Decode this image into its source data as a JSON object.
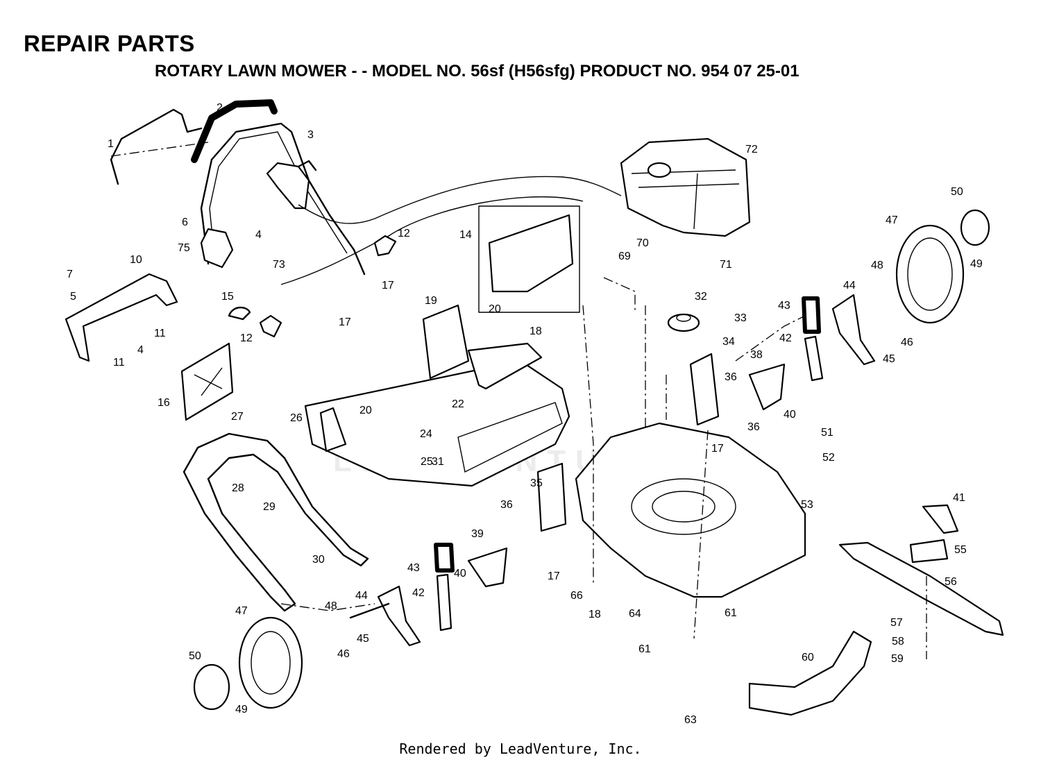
{
  "header": {
    "title": "REPAIR PARTS",
    "subtitle": "ROTARY LAWN MOWER - - MODEL NO. 56sf (H56sfg)  PRODUCT NO. 954 07 25-01"
  },
  "footer": {
    "text": "Rendered by LeadVenture, Inc."
  },
  "watermark": {
    "text": "LEADVENTURE"
  },
  "part_labels": [
    "1",
    "2",
    "3",
    "4",
    "4",
    "5",
    "6",
    "7",
    "10",
    "11",
    "11",
    "12",
    "12",
    "14",
    "15",
    "16",
    "17",
    "17",
    "17",
    "17",
    "18",
    "18",
    "19",
    "20",
    "20",
    "22",
    "24",
    "25",
    "26",
    "27",
    "28",
    "29",
    "30",
    "31",
    "32",
    "33",
    "34",
    "35",
    "36",
    "36",
    "36",
    "38",
    "39",
    "40",
    "40",
    "41",
    "42",
    "42",
    "43",
    "43",
    "44",
    "44",
    "45",
    "45",
    "46",
    "46",
    "47",
    "47",
    "48",
    "48",
    "49",
    "49",
    "50",
    "50",
    "51",
    "52",
    "53",
    "55",
    "56",
    "57",
    "58",
    "59",
    "60",
    "61",
    "61",
    "63",
    "64",
    "66",
    "69",
    "70",
    "71",
    "72",
    "73",
    "75"
  ]
}
